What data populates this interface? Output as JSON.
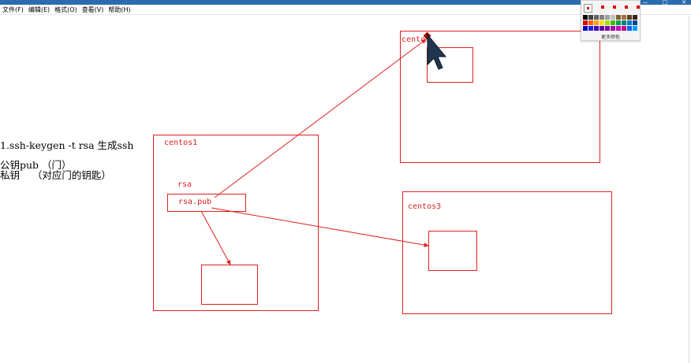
{
  "window": {
    "title_icons": [
      "—",
      "□",
      "✕"
    ]
  },
  "menu": [
    {
      "label": "文件(F)"
    },
    {
      "label": "编辑(E)"
    },
    {
      "label": "格式(O)"
    },
    {
      "label": "查看(V)"
    },
    {
      "label": "帮助(H)"
    }
  ],
  "notes": {
    "line1": "1.ssh-keygen -t rsa 生成ssh",
    "line2": "公钥pub （门）",
    "line3": "私钥    （对应门的钥匙）"
  },
  "diagram": {
    "stroke_color": "#e02020",
    "centos1_label": "centos1",
    "centos2_label": "centos",
    "centos3_label": "centos3",
    "rsa_label": "rsa",
    "rsa_pub_label": "rsa.pub"
  },
  "color_picker": {
    "more_colors_label": "更多颜色",
    "colors": [
      "#000000",
      "#404040",
      "#606060",
      "#808080",
      "#a0a0a0",
      "#c0c0c0",
      "#806030",
      "#a07040",
      "#604020",
      "#402010",
      "#e00000",
      "#ff6000",
      "#ffa000",
      "#ffe000",
      "#a0e000",
      "#40c000",
      "#00a040",
      "#008080",
      "#0080c0",
      "#0040a0",
      "#0000c0",
      "#2020e0",
      "#4000c0",
      "#6000a0",
      "#8000a0",
      "#a000a0",
      "#c000c0",
      "#c00080",
      "#0060ff",
      "#00a0ff"
    ]
  }
}
